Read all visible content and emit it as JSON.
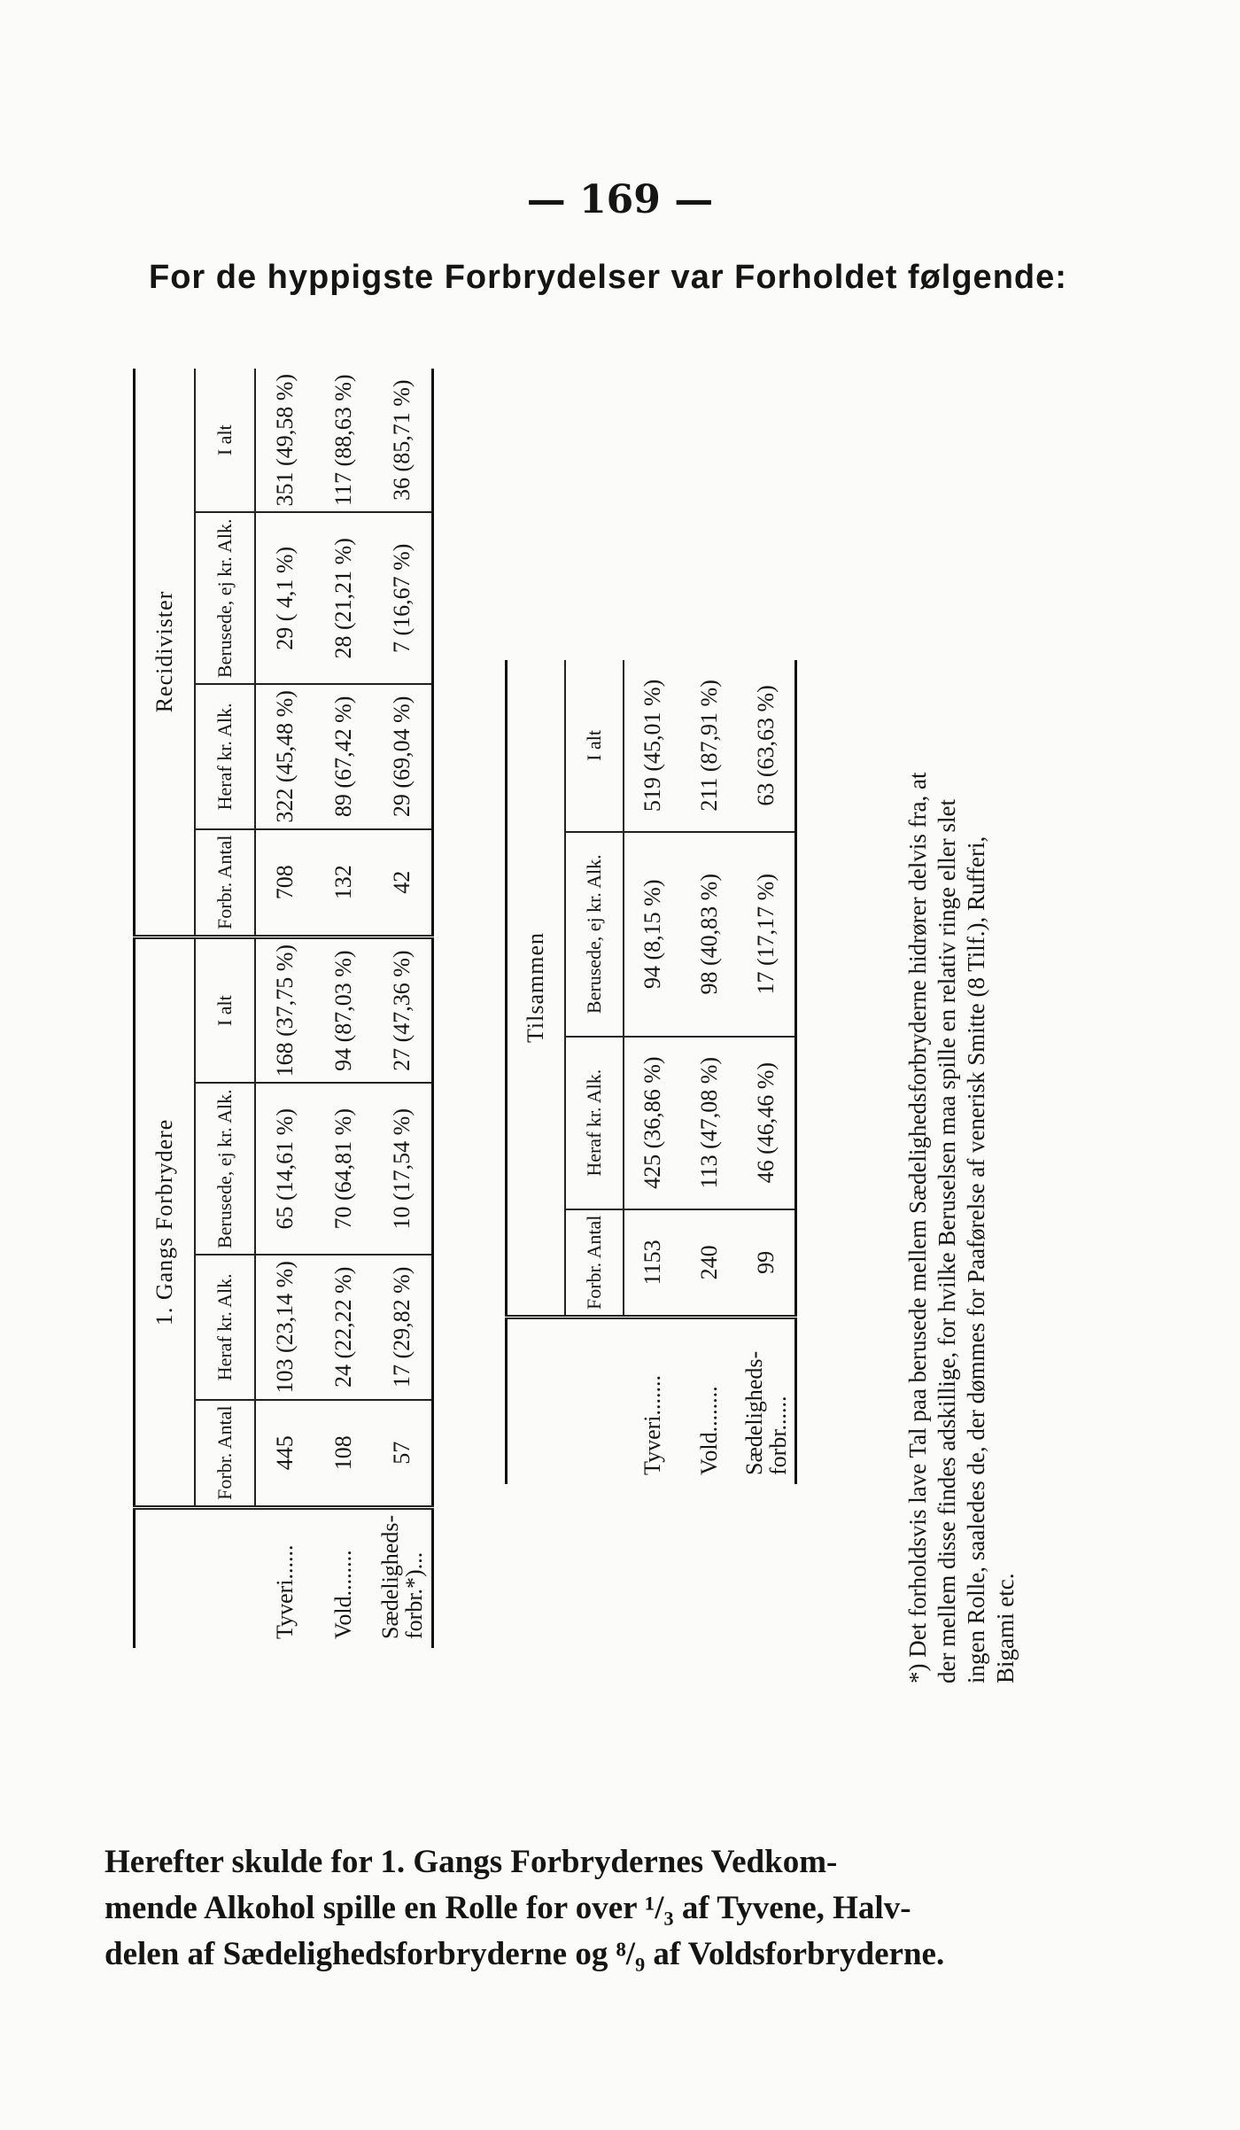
{
  "page_number": "— 169 —",
  "intro": "For de hyppigste Forbrydelser var Forholdet følgende:",
  "table1": {
    "group_first": "1. Gangs Forbrydere",
    "group_recid": "Recidivister",
    "col_total": "Forbr. Antal",
    "col_alk": "Heraf kr. Alk.",
    "col_beruset": "Berusede, ej kr. Alk.",
    "col_ialt": "I alt",
    "rows": [
      {
        "label": "Tyveri......",
        "c1": "445",
        "c2": "103 (23,14 %)",
        "c3": "65 (14,61 %)",
        "c4": "168 (37,75 %)",
        "c5": "708",
        "c6": "322 (45,48 %)",
        "c7": "29 ( 4,1 %)",
        "c8": "351 (49,58 %)"
      },
      {
        "label": "Vold........",
        "c1": "108",
        "c2": "24 (22,22 %)",
        "c3": "70 (64,81 %)",
        "c4": "94 (87,03 %)",
        "c5": "132",
        "c6": "89 (67,42 %)",
        "c7": "28 (21,21 %)",
        "c8": "117 (88,63 %)"
      },
      {
        "label": "Sædeligheds-forbr.*)...",
        "c1": "57",
        "c2": "17 (29,82 %)",
        "c3": "10 (17,54 %)",
        "c4": "27 (47,36 %)",
        "c5": "42",
        "c6": "29 (69,04 %)",
        "c7": "7 (16,67 %)",
        "c8": "36 (85,71 %)"
      }
    ]
  },
  "table2": {
    "title": "Tilsammen",
    "col_total": "Forbr. Antal",
    "col_alk": "Heraf kr. Alk.",
    "col_beruset": "Berusede, ej kr. Alk.",
    "col_ialt": "I alt",
    "rows": [
      {
        "label": "Tyveri.......",
        "c1": "1153",
        "c2": "425 (36,86 %)",
        "c3": "94 (8,15 %)",
        "c4": "519 (45,01 %)"
      },
      {
        "label": "Vold........",
        "c1": "240",
        "c2": "113 (47,08 %)",
        "c3": "98 (40,83 %)",
        "c4": "211 (87,91 %)"
      },
      {
        "label": "Sædeligheds-forbr......",
        "c1": "99",
        "c2": "46 (46,46 %)",
        "c3": "17 (17,17 %)",
        "c4": "63 (63,63 %)"
      }
    ]
  },
  "footnote": {
    "l1": "*) Det forholdsvis lave Tal paa berusede mellem Sædelighedsforbryderne hidrører delvis fra, at",
    "l2": "der mellem disse findes adskillige, for hvilke Beruselsen maa spille en relativ ringe eller slet",
    "l3": "ingen Rolle, saaledes de, der dømmes for Paaførelse af venerisk Smitte (8 Tilf.), Rufferi,",
    "l4": "Bigami etc."
  },
  "closing": {
    "l1": "Herefter skulde for 1. Gangs Forbrydernes Vedkom-",
    "l2": "mende Alkohol spille en Rolle for over ¹/₃ af Tyvene, Halv-",
    "l3": "delen af Sædelighedsforbryderne og ⁸/₉ af Voldsforbryderne."
  }
}
